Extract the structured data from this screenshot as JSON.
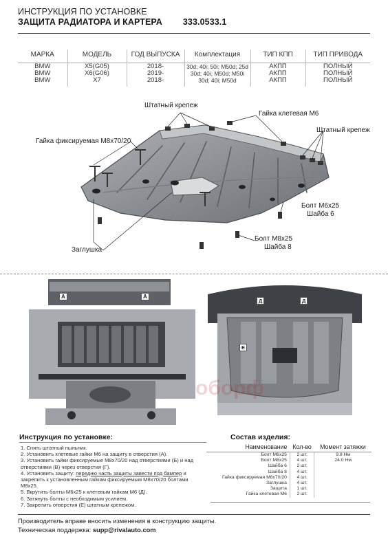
{
  "header": {
    "line1": "ИНСТРУКЦИЯ ПО УСТАНОВКЕ",
    "title": "ЗАЩИТА РАДИАТОРА И КАРТЕРА",
    "article": "333.0533.1"
  },
  "spec_table": {
    "columns": [
      "МАРКА",
      "МОДЕЛЬ",
      "ГОД ВЫПУСКА",
      "Комплектация",
      "ТИП КПП",
      "ТИП ПРИВОДА"
    ],
    "rows": [
      [
        "BMW",
        "X5(G05)",
        "2018-",
        "30d; 40i; 50i; M50d; 25d",
        "АКПП",
        "ПОЛНЫЙ"
      ],
      [
        "BMW",
        "X6(G06)",
        "2019-",
        "30d; 40i; M50d; M50i",
        "АКПП",
        "ПОЛНЫЙ"
      ],
      [
        "BMW",
        "X7",
        "2018-",
        "30d; 40i; M50d",
        "АКПП",
        "ПОЛНЫЙ"
      ]
    ]
  },
  "diagram_labels": {
    "stock_mount_top": "Штатный крепеж",
    "cage_nut": "Гайка клетевая М6",
    "stock_mount_right": "Штатный крепеж",
    "fixed_nut": "Гайка фиксируемая М8х70/20",
    "bolt_m6": "Болт М6х25",
    "washer_6": "Шайба 6",
    "bolt_m8": "Болт М8х25",
    "washer_8": "Шайба 8",
    "plug": "Заглушка"
  },
  "photo_markers": {
    "a1": "А",
    "a2": "А",
    "d1": "Д",
    "d2": "Д",
    "e": "Е"
  },
  "instructions": {
    "title": "Инструкция по установке:",
    "steps": [
      "1. Снять штатный пыльник.",
      "2. Установить клетевые гайки М6 на защиту в отверстия (А).",
      "3. Установить гайки фиксируемые М8х70/20 над отверстиями (Б) и над",
      "отверстиями (В) через отверстия (Г).",
      "4. Установить защиту: ",
      "передню часть защиты завести под бампер",
      " и",
      "закрепить к установленным гайкам фиксируемым М8х70/20 болтами",
      "М8х25.",
      "5. Вкрутить болты М6х25 к клетевым гайкам М6 (Д).",
      "6. Затянуть болты с необходимым усилием.",
      "7. Закрепить отверстия (Е) штатным крепежом."
    ]
  },
  "composition": {
    "title": "Состав изделия:",
    "headers": [
      "Наименование",
      "Кол-во",
      "Момент затяжки"
    ],
    "rows": [
      [
        "Болт М6х25",
        "2 шт.",
        "9.8 Нм"
      ],
      [
        "Болт М8х25",
        "4 шт.",
        "24.0 Нм"
      ],
      [
        "Шайба 6",
        "2 шт.",
        ""
      ],
      [
        "Шайба 8",
        "4 шт.",
        ""
      ],
      [
        "Гайка фиксируемая М8х70/20",
        "4 шт.",
        ""
      ],
      [
        "Заглушка",
        "4 шт.",
        ""
      ],
      [
        "Защита",
        "1 шт.",
        ""
      ],
      [
        "Гайка клетевая М6",
        "2 шт.",
        ""
      ]
    ]
  },
  "footer": {
    "disclaimer": "Производитель вправе вносить изменения в конструкцию защиты.",
    "support_label": "Техническая поддержка: ",
    "support_email": "supp@rivalauto.com"
  },
  "watermark": "оборф"
}
